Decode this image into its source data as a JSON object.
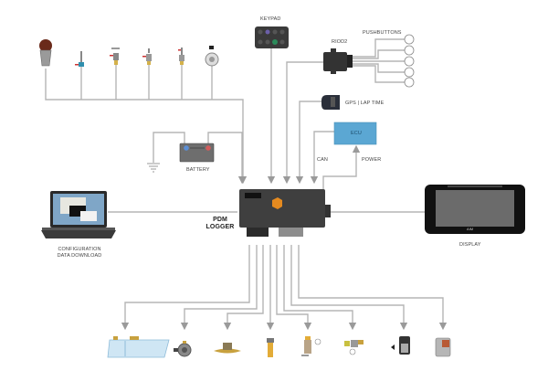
{
  "diagram": {
    "title": "PDM Logger wiring overview",
    "hub": {
      "label_line1": "PDM",
      "label_line2": "LOGGER"
    },
    "top": {
      "keypad": {
        "label": "KEYPAD"
      },
      "riod2": {
        "label": "RIOD2"
      },
      "pushbuttons": {
        "label": "PUSHBUTTONS",
        "count": 5
      },
      "gps": {
        "label": "GPS | LAP TIME"
      },
      "ecu": {
        "label": "ECU",
        "can_label": "CAN",
        "power_label": "POWER"
      },
      "battery": {
        "label": "BATTERY"
      },
      "sensors": [
        "sensor-1",
        "sensor-2",
        "sensor-3",
        "sensor-4",
        "sensor-5",
        "sensor-6"
      ]
    },
    "left": {
      "laptop": {
        "label_line1": "CONFIGURATION",
        "label_line2": "DATA DOWNLOAD"
      }
    },
    "right": {
      "display": {
        "label": "DISPLAY",
        "brand": "AiM"
      }
    },
    "bottom": {
      "actuators": [
        "fuse-box",
        "pump",
        "fan",
        "injector",
        "solenoid",
        "valve",
        "motor",
        "starter"
      ]
    },
    "colors": {
      "wire": "#b5b5b5",
      "ecu": "#5ba7d3",
      "logger": "#3f3f3f",
      "accent": "#e58a1f"
    }
  }
}
